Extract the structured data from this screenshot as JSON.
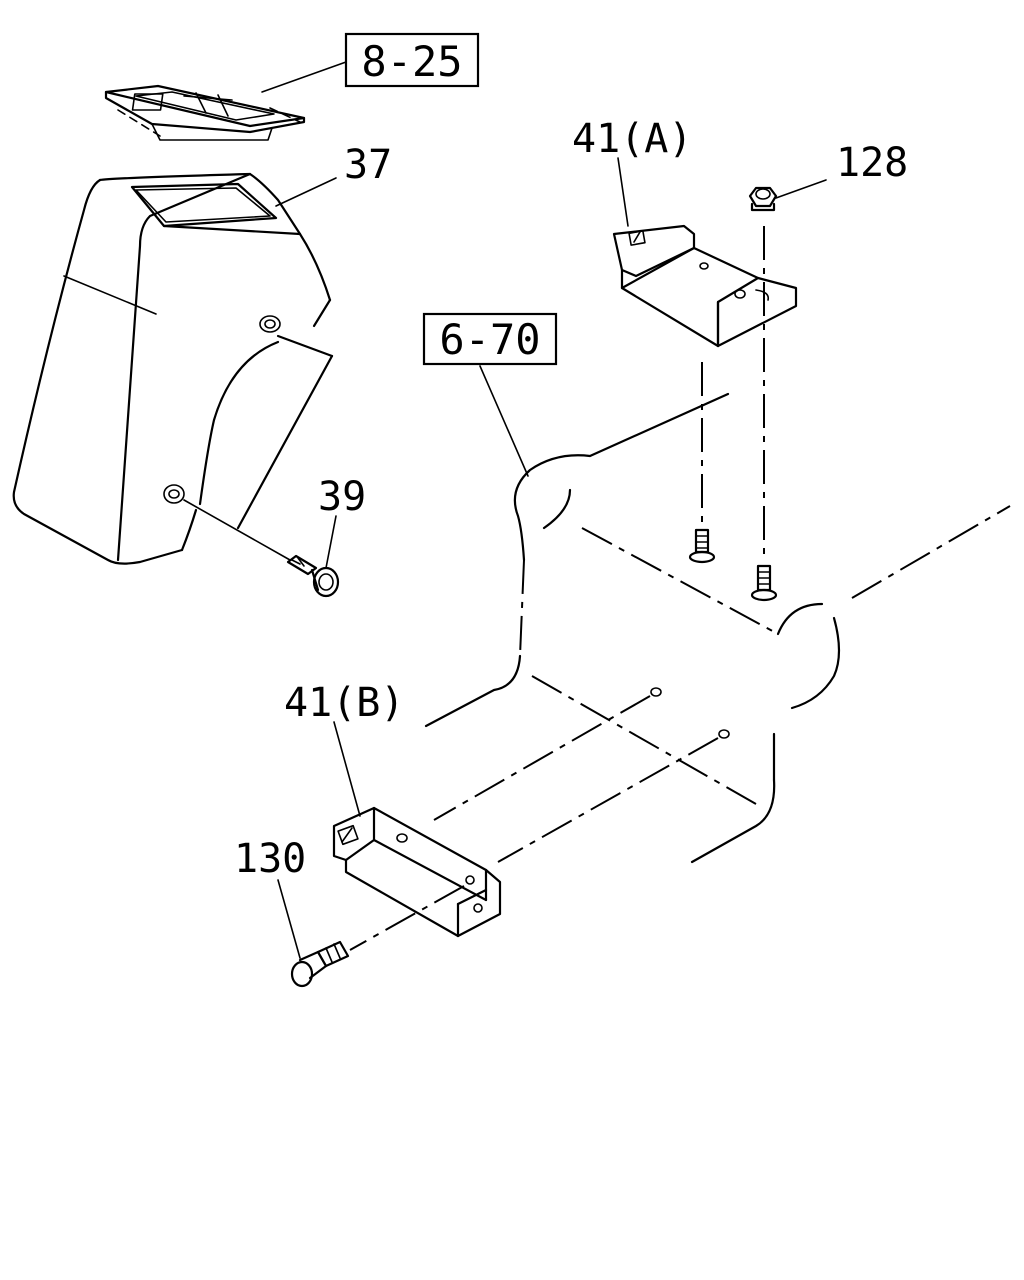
{
  "callouts": {
    "ref_8_25": "8-25",
    "ref_6_70": "6-70",
    "part_37": "37",
    "part_39": "39",
    "part_41a": "41(A)",
    "part_41b": "41(B)",
    "part_128": "128",
    "part_130": "130"
  }
}
